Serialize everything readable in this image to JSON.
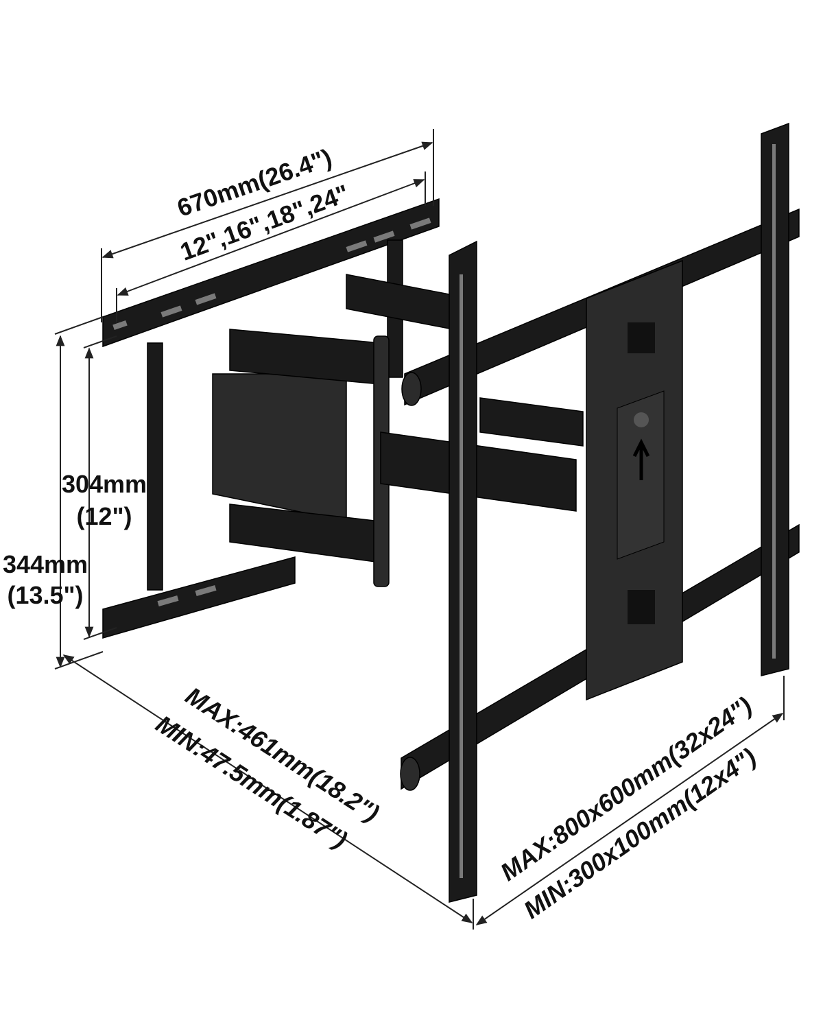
{
  "product_color": "#1a1a1a",
  "dimensions": {
    "wall_plate_width": "670mm(26.4\")",
    "stud_spacing": "12\",16\",18\",24\"",
    "hole_spacing_line1": "304mm",
    "hole_spacing_line2": "(12\")",
    "wall_plate_height_line1": "344mm",
    "wall_plate_height_line2": "(13.5\")",
    "extension_max": "MAX:461mm(18.2\")",
    "extension_min": "MIN:47.5mm(1.87\")",
    "vesa_max": "MAX:800x600mm(32x24\")",
    "vesa_min": "MIN:300x100mm(12x4\")"
  }
}
